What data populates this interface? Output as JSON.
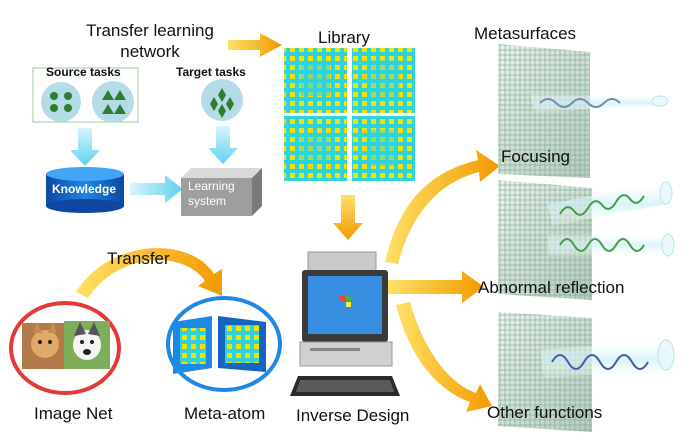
{
  "title": {
    "line1": "Transfer learning",
    "line2": "network"
  },
  "source_tasks": "Source tasks",
  "target_tasks": "Target tasks",
  "knowledge": "Knowledge",
  "learning_system": {
    "line1": "Learning",
    "line2": "system"
  },
  "library": "Library",
  "metasurfaces": "Metasurfaces",
  "focusing": "Focusing",
  "abnormal_reflection": "Abnormal reflection",
  "other_functions": "Other functions",
  "transfer": "Transfer",
  "image_net": "Image Net",
  "meta_atom": "Meta-atom",
  "inverse_design": "Inverse Design",
  "colors": {
    "arrow_orange": "#f6a400",
    "arrow_cyan": "#7fd8f2",
    "knowledge_blue": "#1565c0",
    "tile_cyan": "#2ed3e0",
    "tile_yellow": "#f2e300",
    "ring_red": "#e53935",
    "ring_blue": "#1e88e5"
  },
  "icons": [
    "cylinder-database-icon",
    "box-system-icon",
    "computer-icon",
    "metasurface-panel-icon",
    "dog-cat-photo-icon"
  ]
}
